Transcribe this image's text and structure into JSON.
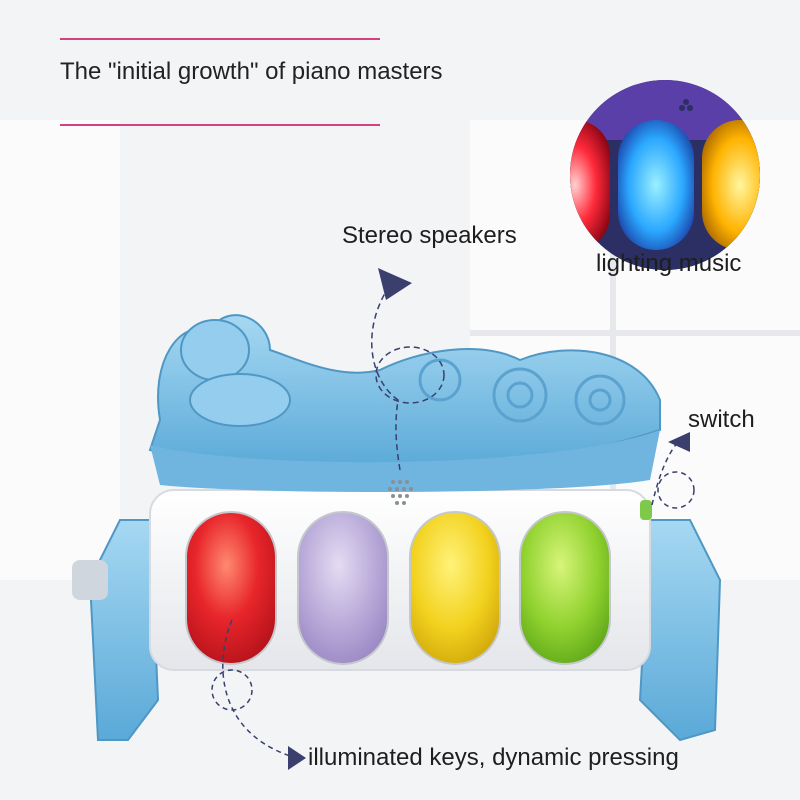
{
  "headline": "The \"initial growth\" of piano masters",
  "callouts": {
    "stereo": "Stereo speakers",
    "lighting": "lighting music",
    "switch": "switch",
    "keys": "illuminated keys, dynamic pressing"
  },
  "colors": {
    "accent_rule": "#d63f86",
    "toy_blue": "#7fc3e8",
    "key_red": "#e8262b",
    "key_lavender": "#b7a8d8",
    "key_yellow": "#f2d21e",
    "key_green": "#8fd12e",
    "arrow": "#3a3f6e"
  }
}
